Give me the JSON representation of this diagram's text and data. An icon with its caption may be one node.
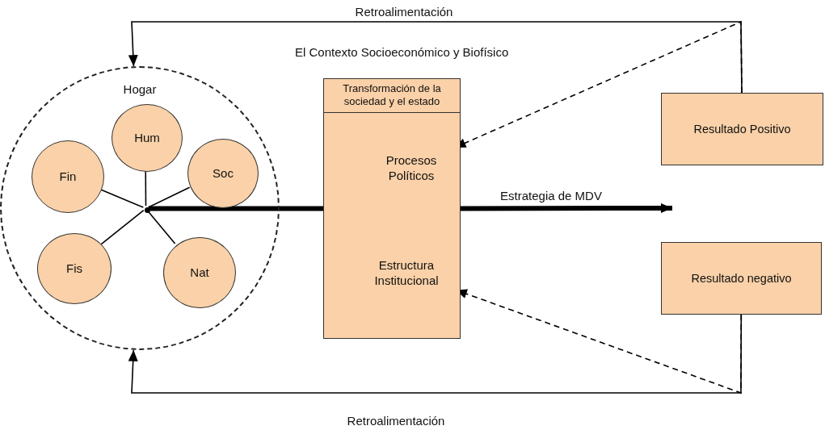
{
  "diagram": {
    "nodes": [
      {
        "text": [
          "Hogar"
        ]
      },
      {
        "text": [
          "Hum"
        ],
        "in": 0
      },
      {
        "text": [
          "Fin"
        ],
        "in": 0
      },
      {
        "text": [
          "Soc"
        ],
        "in": 0
      },
      {
        "text": [
          "Fis"
        ],
        "in": 0
      },
      {
        "text": [
          "Nat"
        ],
        "in": 0
      },
      {
        "text": [],
        "shape": "dot",
        "in": 0
      },
      {
        "text": [
          "Transformación de la sociedad y el estado"
        ]
      },
      {
        "text": [
          "Procesos Políticos"
        ],
        "in": 7
      },
      {
        "text": [
          "Estructura Institucional"
        ],
        "in": 7
      },
      {
        "text": [
          "Resultado Positivo"
        ]
      },
      {
        "text": [
          "Resultado negativo"
        ]
      }
    ],
    "edges": [
      {
        "from": 6,
        "to": 1,
        "arrow": "none"
      },
      {
        "from": 6,
        "to": 2,
        "arrow": "none"
      },
      {
        "from": 6,
        "to": 3,
        "arrow": "none"
      },
      {
        "from": 6,
        "to": 4,
        "arrow": "none"
      },
      {
        "from": 6,
        "to": 5,
        "arrow": "none"
      },
      {
        "from": 6,
        "to": 7,
        "arrow": "none",
        "style": "thick"
      },
      {
        "from": 7,
        "to": null,
        "arrow": "to",
        "style": "thick",
        "label": "Estrategia de  MDV"
      },
      {
        "from": 10,
        "to": 0,
        "arrow": "to",
        "label": "Retroalimentación"
      },
      {
        "from": 10,
        "to": 8,
        "arrow": "to",
        "style": "dashed"
      },
      {
        "from": 11,
        "to": 9,
        "arrow": "to",
        "style": "dashed"
      },
      {
        "from": 11,
        "to": 0,
        "arrow": "to",
        "label": "Retroalimentación"
      }
    ],
    "labels": [
      "El Contexto Socioeconómico y Biofísico"
    ]
  }
}
